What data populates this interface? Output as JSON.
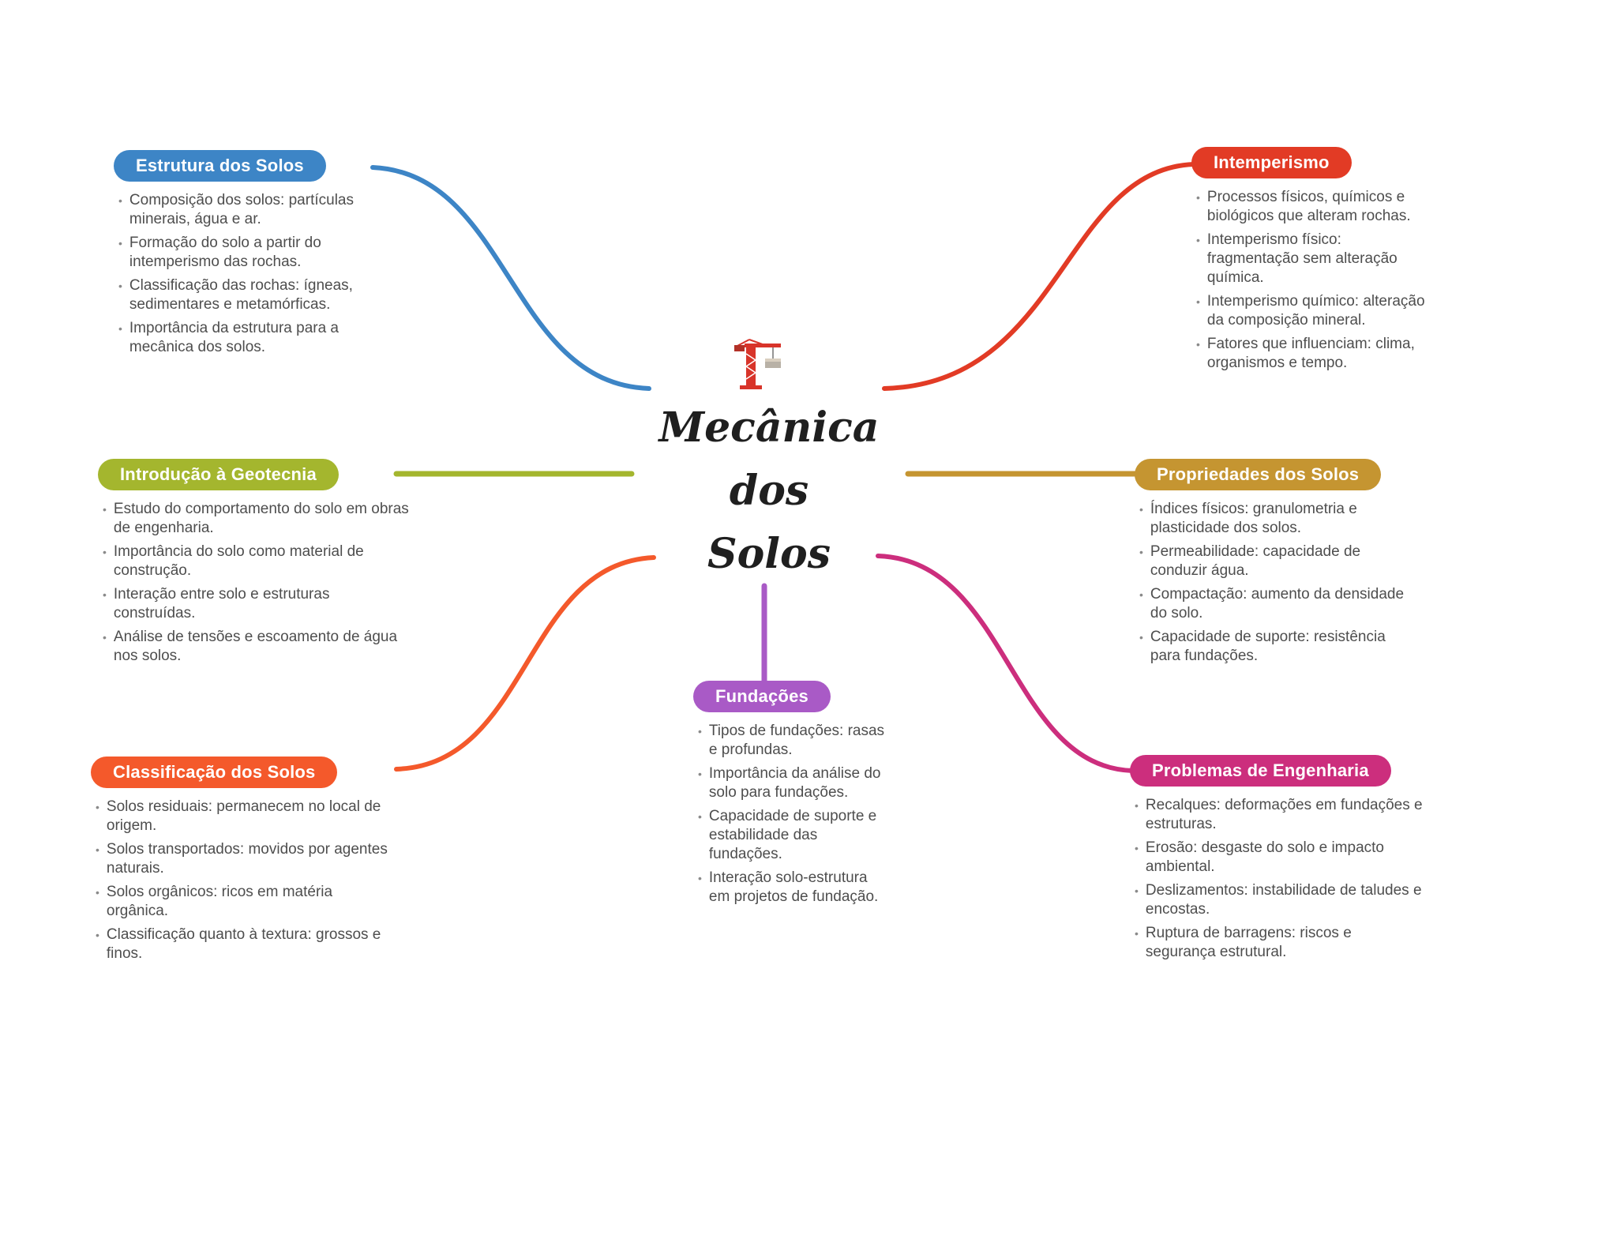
{
  "center": {
    "title_lines": [
      "Mecânica",
      "dos",
      "Solos"
    ],
    "icon": "crane-icon"
  },
  "branches": [
    {
      "id": "estrutura-dos-solos",
      "label": "Estrutura dos Solos",
      "color": "#3d85c6",
      "items": [
        "Composição dos solos: partículas minerais, água e ar.",
        "Formação do solo a partir do intemperismo das rochas.",
        "Classificação das rochas: ígneas, sedimentares e metamórficas.",
        "Importância da estrutura para a mecânica dos solos."
      ]
    },
    {
      "id": "introducao-a-geotecnia",
      "label": "Introdução à Geotecnia",
      "color": "#a4b62e",
      "items": [
        "Estudo do comportamento do solo em obras de engenharia.",
        "Importância do solo como material de construção.",
        "Interação entre solo e estruturas construídas.",
        "Análise de tensões e escoamento de água nos solos."
      ]
    },
    {
      "id": "classificacao-dos-solos",
      "label": "Classificação dos Solos",
      "color": "#f4592b",
      "items": [
        "Solos residuais: permanecem no local de origem.",
        "Solos transportados: movidos por agentes naturais.",
        "Solos orgânicos: ricos em matéria orgânica.",
        "Classificação quanto à textura: grossos e finos."
      ]
    },
    {
      "id": "intemperismo",
      "label": "Intemperismo",
      "color": "#e23b25",
      "items": [
        "Processos físicos, químicos e biológicos que alteram rochas.",
        "Intemperismo físico: fragmentação sem alteração química.",
        "Intemperismo químico: alteração da composição mineral.",
        "Fatores que influenciam: clima, organismos e tempo."
      ]
    },
    {
      "id": "propriedades-dos-solos",
      "label": "Propriedades dos Solos",
      "color": "#c59531",
      "items": [
        "Índices físicos: granulometria e plasticidade dos solos.",
        "Permeabilidade: capacidade de conduzir água.",
        "Compactação: aumento da densidade do solo.",
        "Capacidade de suporte: resistência para fundações."
      ]
    },
    {
      "id": "problemas-de-engenharia",
      "label": "Problemas de Engenharia",
      "color": "#cc2e7d",
      "items": [
        "Recalques: deformações em fundações e estruturas.",
        "Erosão: desgaste do solo e impacto ambiental.",
        "Deslizamentos: instabilidade de taludes e encostas.",
        "Ruptura de barragens: riscos e segurança estrutural."
      ]
    },
    {
      "id": "fundacoes",
      "label": "Fundações",
      "color": "#a95ac6",
      "items": [
        "Tipos de fundações: rasas e profundas.",
        "Importância da análise do solo para fundações.",
        "Capacidade de suporte e estabilidade das fundações.",
        "Interação solo-estrutura em projetos de fundação."
      ]
    }
  ]
}
